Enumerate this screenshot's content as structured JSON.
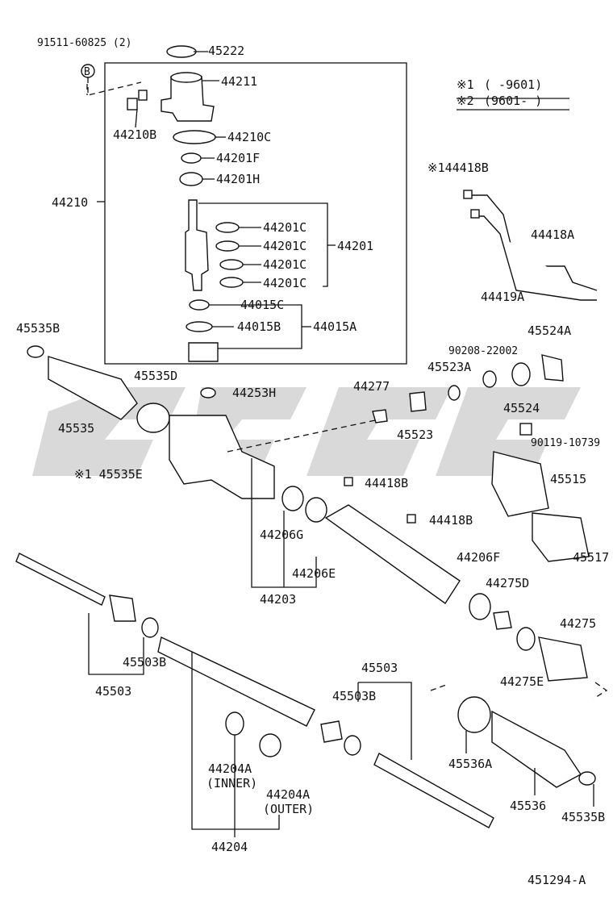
{
  "diagram": {
    "note_code": "451294-A",
    "legend": [
      {
        "mark": "※1",
        "range": "(       -9601)"
      },
      {
        "mark": "※2",
        "range": "(9601-       )"
      }
    ],
    "circle_marker": "B",
    "labels": {
      "p91511": "91511-60825 (2)",
      "p45222": "45222",
      "p44211": "44211",
      "p44210B": "44210B",
      "p44210C": "44210C",
      "p44201F": "44201F",
      "p44201H": "44201H",
      "p44210": "44210",
      "p44201C_1": "44201C",
      "p44201C_2": "44201C",
      "p44201C_3": "44201C",
      "p44201C_4": "44201C",
      "p44201": "44201",
      "p44015C": "44015C",
      "p44015B": "44015B",
      "p44015A": "44015A",
      "p144418B": "※144418B",
      "p44418A": "44418A",
      "p44419A": "44419A",
      "p45535B_top": "45535B",
      "p45535D": "45535D",
      "p45535": "45535",
      "p44253H": "44253H",
      "p44277": "44277",
      "p45523": "45523",
      "p90208": "90208-22002",
      "p45523A": "45523A",
      "p45524A": "45524A",
      "p45524": "45524",
      "p90119": "90119-10739",
      "p45535E": "※1 45535E",
      "p44418B_1": "44418B",
      "p45515": "45515",
      "p44418B_2": "44418B",
      "p44206G": "44206G",
      "p44206E": "44206E",
      "p45517": "45517",
      "p44203": "44203",
      "p44206F": "44206F",
      "p44275D": "44275D",
      "p44275": "44275",
      "p45503B_left": "45503B",
      "p45503_left": "45503",
      "p44275E": "44275E",
      "p45503_right": "45503",
      "p45503B_right": "45503B",
      "p45536A": "45536A",
      "p44204A_inner": "44204A",
      "p44204A_inner_note": "(INNER)",
      "p44204A_outer": "44204A",
      "p44204A_outer_note": "(OUTER)",
      "p45536": "45536",
      "p45535B_bottom": "45535B",
      "p44204": "44204"
    }
  }
}
